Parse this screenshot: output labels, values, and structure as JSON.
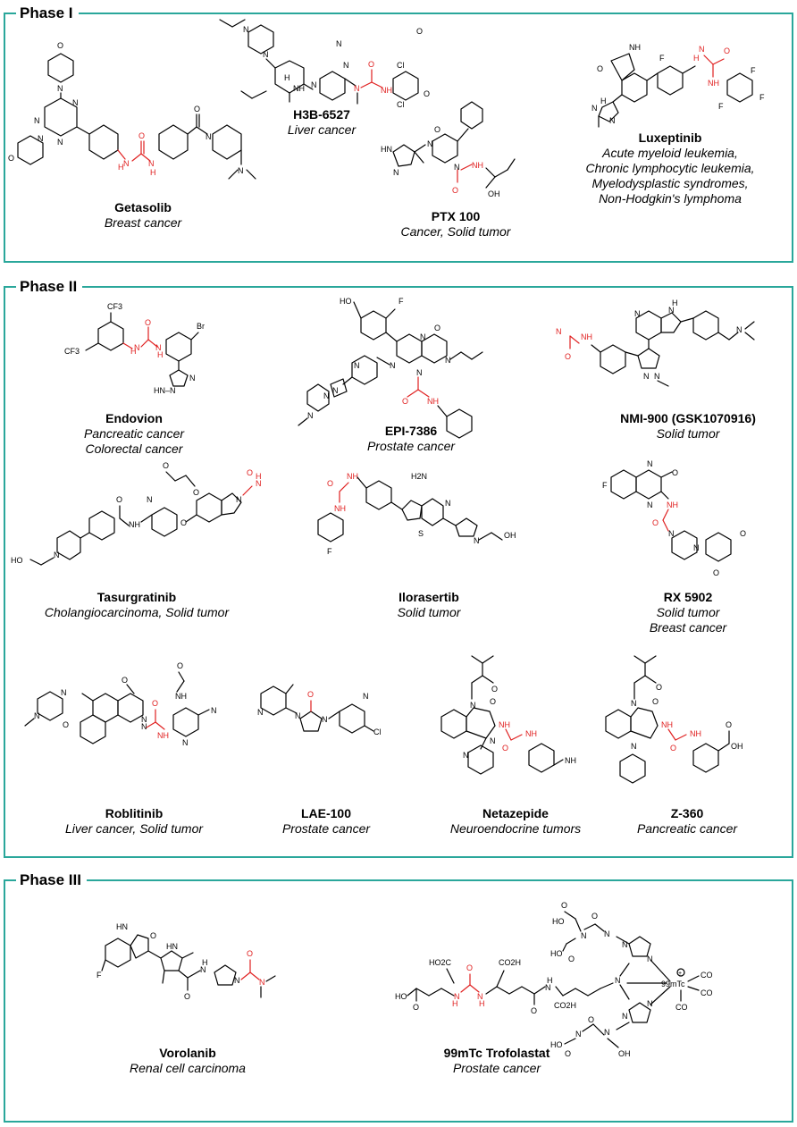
{
  "phases": [
    {
      "title": "Phase I",
      "drugs": [
        {
          "name": "Getasolib",
          "indication": [
            "Breast cancer"
          ]
        },
        {
          "name": "H3B-6527",
          "indication": [
            "Liver cancer"
          ]
        },
        {
          "name": "PTX 100",
          "indication": [
            "Cancer, Solid tumor"
          ]
        },
        {
          "name": "Luxeptinib",
          "indication": [
            "Acute myeloid leukemia,",
            "Chronic lymphocytic leukemia,",
            "Myelodysplastic syndromes,",
            "Non-Hodgkin's lymphoma"
          ]
        }
      ]
    },
    {
      "title": "Phase II",
      "drugs": [
        {
          "name": "Endovion",
          "indication": [
            "Pancreatic cancer",
            "Colorectal cancer"
          ]
        },
        {
          "name": "EPI-7386",
          "indication": [
            "Prostate cancer"
          ]
        },
        {
          "name": "NMI-900 (GSK1070916)",
          "indication": [
            "Solid tumor"
          ]
        },
        {
          "name": "Tasurgratinib",
          "indication": [
            "Cholangiocarcinoma, Solid tumor"
          ]
        },
        {
          "name": "Ilorasertib",
          "indication": [
            "Solid tumor"
          ]
        },
        {
          "name": "RX 5902",
          "indication": [
            "Solid tumor",
            "Breast cancer"
          ]
        },
        {
          "name": "Roblitinib",
          "indication": [
            "Liver cancer, Solid tumor"
          ]
        },
        {
          "name": "LAE-100",
          "indication": [
            "Prostate cancer"
          ]
        },
        {
          "name": "Netazepide",
          "indication": [
            "Neuroendocrine tumors"
          ]
        },
        {
          "name": "Z-360",
          "indication": [
            "Pancreatic cancer"
          ]
        }
      ]
    },
    {
      "title": "Phase III",
      "drugs": [
        {
          "name": "Vorolanib",
          "indication": [
            "Renal cell carcinoma"
          ]
        },
        {
          "name": "99mTc Trofolastat",
          "indication": [
            "Prostate cancer"
          ]
        }
      ]
    }
  ],
  "atoms": {
    "N": "N",
    "O": "O",
    "H": "H",
    "F": "F",
    "S": "S",
    "Br": "Br",
    "Cl": "Cl",
    "NH": "NH",
    "HN": "HN",
    "H2N": "H2N",
    "CF3": "CF3",
    "OH": "OH",
    "HO": "HO",
    "CO": "CO",
    "CO2H": "CO2H",
    "HO2C": "HO2C",
    "Tc": "99mTc",
    "plus": "+",
    "HN_N": "HN–N"
  },
  "colors": {
    "panel_border": "#2aa79b",
    "urea_highlight": "#e02020"
  }
}
